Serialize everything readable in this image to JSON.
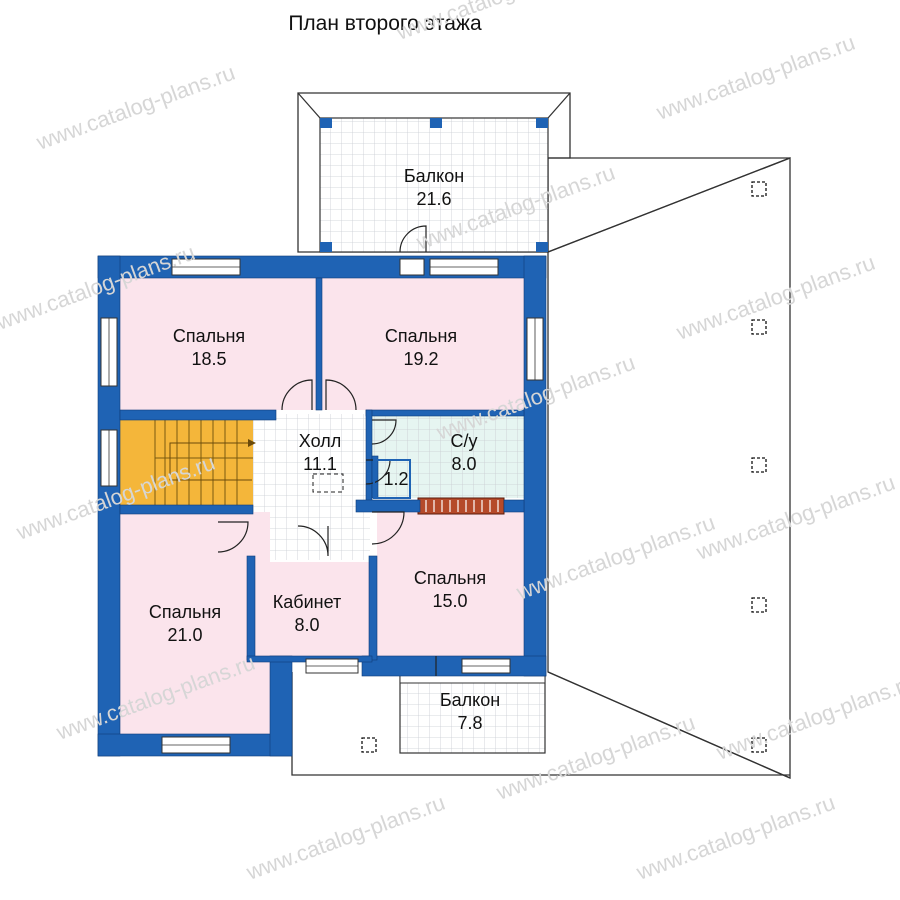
{
  "title": "План второго этажа",
  "watermark": "www.catalog-plans.ru",
  "colors": {
    "wall": "#1f63b4",
    "bedroom": "#fbe4ec",
    "bathroom": "#e6f5f1",
    "stairs": "#f4b63a",
    "tile_grid": "#c9ccd2",
    "watermark": "#d6d6d6"
  },
  "rooms": {
    "balcony_top": {
      "name": "Балкон",
      "area": "21.6"
    },
    "bedroom_nw": {
      "name": "Спальня",
      "area": "18.5"
    },
    "bedroom_ne": {
      "name": "Спальня",
      "area": "19.2"
    },
    "hall": {
      "name": "Холл",
      "area": "11.1"
    },
    "bathroom": {
      "name": "С/у",
      "area": "8.0"
    },
    "wc": {
      "area": "1.2"
    },
    "bedroom_sw": {
      "name": "Спальня",
      "area": "21.0"
    },
    "study": {
      "name": "Кабинет",
      "area": "8.0"
    },
    "bedroom_se": {
      "name": "Спальня",
      "area": "15.0"
    },
    "balcony_bottom": {
      "name": "Балкон",
      "area": "7.8"
    }
  }
}
